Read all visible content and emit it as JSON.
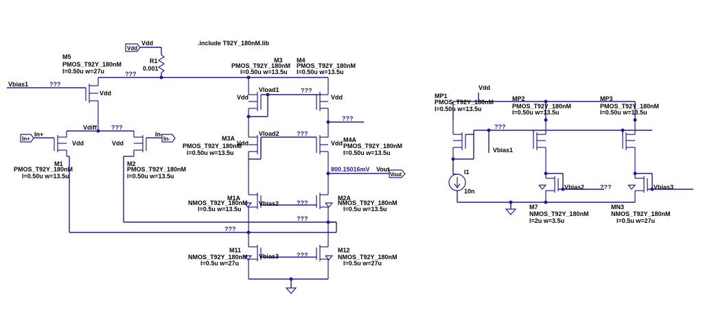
{
  "directive": ".include T92Y_180nM.lib",
  "unknown_value": "???",
  "supply": {
    "label": "Vdd"
  },
  "probe_voltage": "800.15016mV",
  "ports": {
    "in_plus": "In+",
    "in_minus": "In-",
    "vout": "Vout"
  },
  "nets": {
    "vbias1": "Vbias1",
    "vbias2": "Vbias2",
    "vbias3": "Vbias3",
    "vload1": "Vload1",
    "vload2": "Vload2",
    "vdiff": "Vdiff"
  },
  "resistor": {
    "name": "R1",
    "value": "0.001"
  },
  "current_source": {
    "name": "I1",
    "value": "10n"
  },
  "pmos_model": "PMOS_T92Y_180nM",
  "nmos_model": "NMOS_T92Y_180nM",
  "devices": {
    "M5": {
      "name": "M5",
      "size": "l=0.50u w=27u"
    },
    "M1": {
      "name": "M1",
      "size": "l=0.50u w=13.5u"
    },
    "M2": {
      "name": "M2",
      "size": "l=0.50u w=13.5u"
    },
    "M3": {
      "name": "M3",
      "size": "l=0.50u w=13.5u"
    },
    "M4": {
      "name": "M4",
      "size": "l=0.50u w=13.5u"
    },
    "M3A": {
      "name": "M3A",
      "size": "l=0.50u w=13.5u"
    },
    "M4A": {
      "name": "M4A",
      "size": "l=0.50u w=13.5u"
    },
    "M1A": {
      "name": "M1A",
      "size": "l=0.5u w=13.5u"
    },
    "M2A": {
      "name": "M2A",
      "size": "l=0.5u w=13.5u"
    },
    "M11": {
      "name": "M11",
      "size": "l=0.5u w=27u"
    },
    "M12": {
      "name": "M12",
      "size": "l=0.5u w=27u"
    },
    "MP1": {
      "name": "MP1",
      "size": "l=0.50u w=13.5u"
    },
    "MP2": {
      "name": "MP2",
      "size": "l=0.50u w=13.5u"
    },
    "MP3": {
      "name": "MP3",
      "size": "l=0.50u w=13.5u"
    },
    "M7": {
      "name": "M7",
      "size": "l=2u w=3.5u"
    },
    "MN3": {
      "name": "MN3",
      "size": "l=0.5u w=27u"
    }
  }
}
